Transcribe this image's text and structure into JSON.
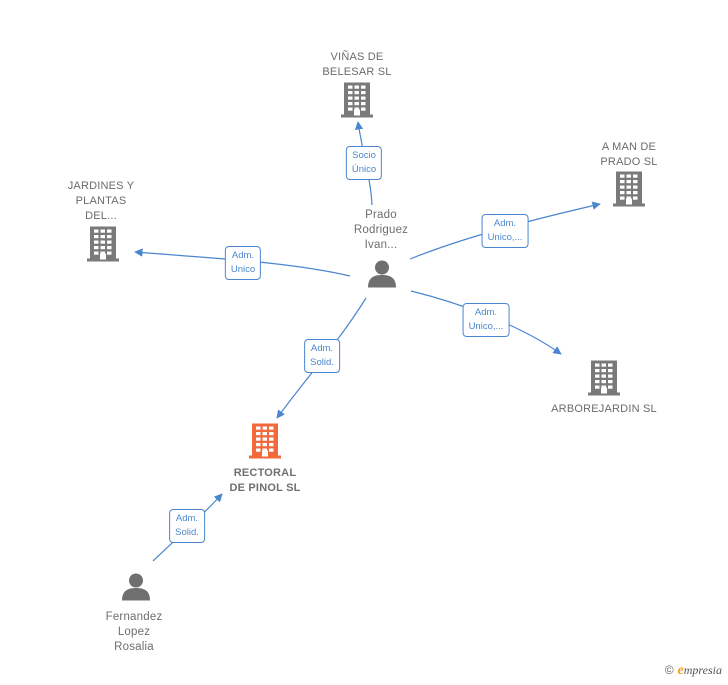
{
  "colors": {
    "edge": "#4a86cf",
    "company_icon": "#7a7a7a",
    "highlight_icon": "#f26a3b",
    "person_icon": "#6f6f6f",
    "text": "#666666"
  },
  "nodes": [
    {
      "id": "vinas",
      "type": "company",
      "label": "VIÑAS DE\nBELESAR  SL",
      "icon": "building-icon"
    },
    {
      "id": "aman",
      "type": "company",
      "label": "A MAN DE\nPRADO SL",
      "icon": "building-icon"
    },
    {
      "id": "jardines",
      "type": "company",
      "label": "JARDINES Y\nPLANTAS\nDEL...",
      "icon": "building-icon"
    },
    {
      "id": "prado",
      "type": "person",
      "label": "Prado\nRodriguez\nIvan...",
      "icon": "person-icon"
    },
    {
      "id": "arbore",
      "type": "company",
      "label": "ARBOREJARDIN SL",
      "icon": "building-icon"
    },
    {
      "id": "rectoral",
      "type": "highlight",
      "label": "RECTORAL\nDE PINOL  SL",
      "icon": "building-icon"
    },
    {
      "id": "fernandez",
      "type": "person",
      "label": "Fernandez\nLopez\nRosalia",
      "icon": "person-icon"
    }
  ],
  "edges": [
    {
      "from": "prado",
      "to": "vinas",
      "label": "Socio\nÚnico"
    },
    {
      "from": "prado",
      "to": "aman",
      "label": "Adm.\nUnico,..."
    },
    {
      "from": "prado",
      "to": "jardines",
      "label": "Adm.\nUnico"
    },
    {
      "from": "prado",
      "to": "arbore",
      "label": "Adm.\nUnico,..."
    },
    {
      "from": "prado",
      "to": "rectoral",
      "label": "Adm.\nSolid."
    },
    {
      "from": "fernandez",
      "to": "rectoral",
      "label": "Adm.\nSolid."
    }
  ],
  "brand": {
    "copyright": "©",
    "initial": "e",
    "name": "mpresia"
  }
}
